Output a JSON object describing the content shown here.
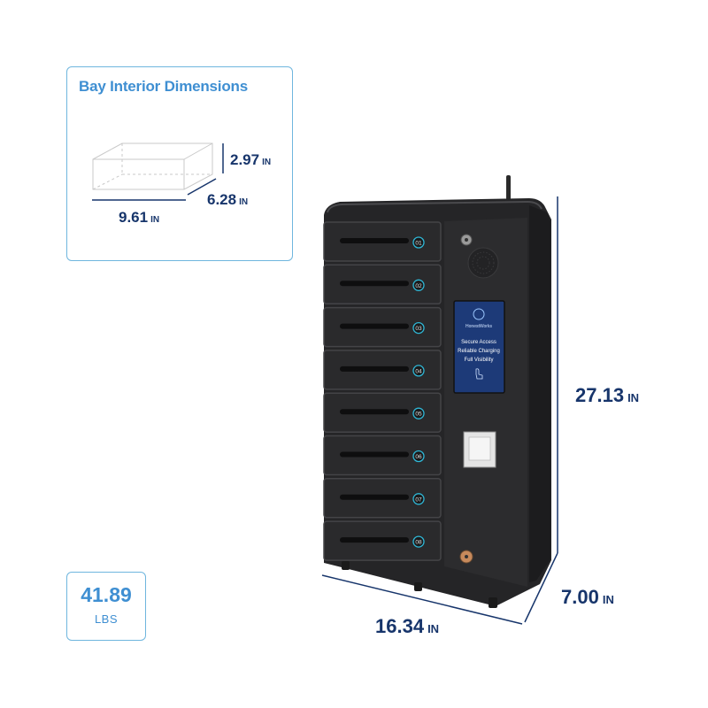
{
  "bay": {
    "title": "Bay Interior Dimensions",
    "height": {
      "value": "2.97",
      "unit": "IN"
    },
    "depth": {
      "value": "6.28",
      "unit": "IN"
    },
    "width": {
      "value": "9.61",
      "unit": "IN"
    }
  },
  "cabinet": {
    "height": {
      "value": "27.13",
      "unit": "IN"
    },
    "depth": {
      "value": "7.00",
      "unit": "IN"
    },
    "width": {
      "value": "16.34",
      "unit": "IN"
    },
    "bay_labels": [
      "01",
      "02",
      "03",
      "04",
      "05",
      "06",
      "07",
      "08"
    ]
  },
  "screen": {
    "brand": "HonestWorks",
    "lines": [
      "Secure Access",
      "Reliable Charging",
      "Full Visibility"
    ]
  },
  "weight": {
    "value": "41.89",
    "unit": "LBS"
  },
  "colors": {
    "accent": "#3f8fd2",
    "navy": "#17356b",
    "cabinet": "#2b2b2d",
    "screen": "#1d3a78"
  }
}
